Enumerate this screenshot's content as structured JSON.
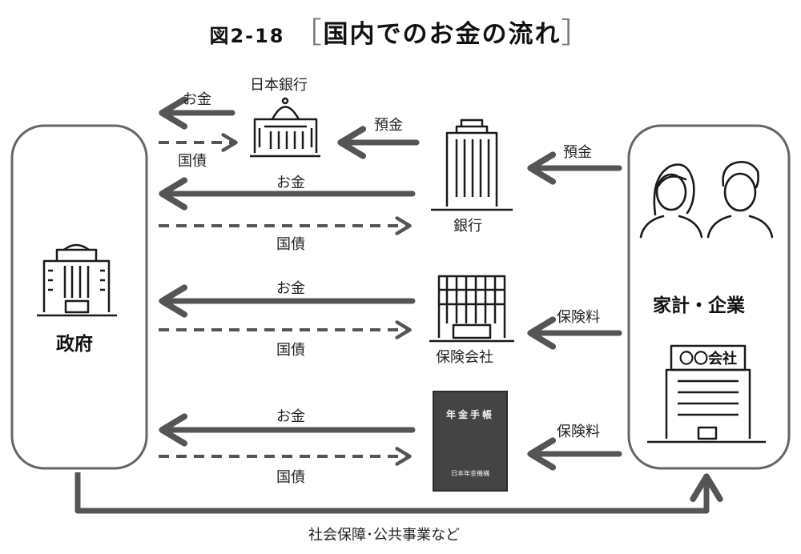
{
  "title": {
    "figure_label": "図2-18",
    "open_bracket": "［",
    "text": "国内でのお金の流れ",
    "close_bracket": "］"
  },
  "nodes": {
    "government": "政府",
    "households": "家計・企業",
    "central_bank": "日本銀行",
    "bank": "銀行",
    "insurance": "保険会社",
    "company_sign": "〇〇会社",
    "pension_book_title": "年金手帳",
    "pension_book_org": "日本年金機構"
  },
  "flows": {
    "boj_money": "お金",
    "boj_bond": "国債",
    "boj_deposit": "預金",
    "bank_money": "お金",
    "bank_bond": "国債",
    "household_deposit": "預金",
    "ins_money": "お金",
    "ins_bond": "国債",
    "ins_premium": "保険料",
    "pension_money": "お金",
    "pension_bond": "国債",
    "pension_premium": "保険料",
    "social_security": "社会保障･公共事業など"
  },
  "colors": {
    "arrow": "#555555",
    "outline": "#1a1a1a",
    "box_border": "#666666",
    "book": "#444444"
  }
}
